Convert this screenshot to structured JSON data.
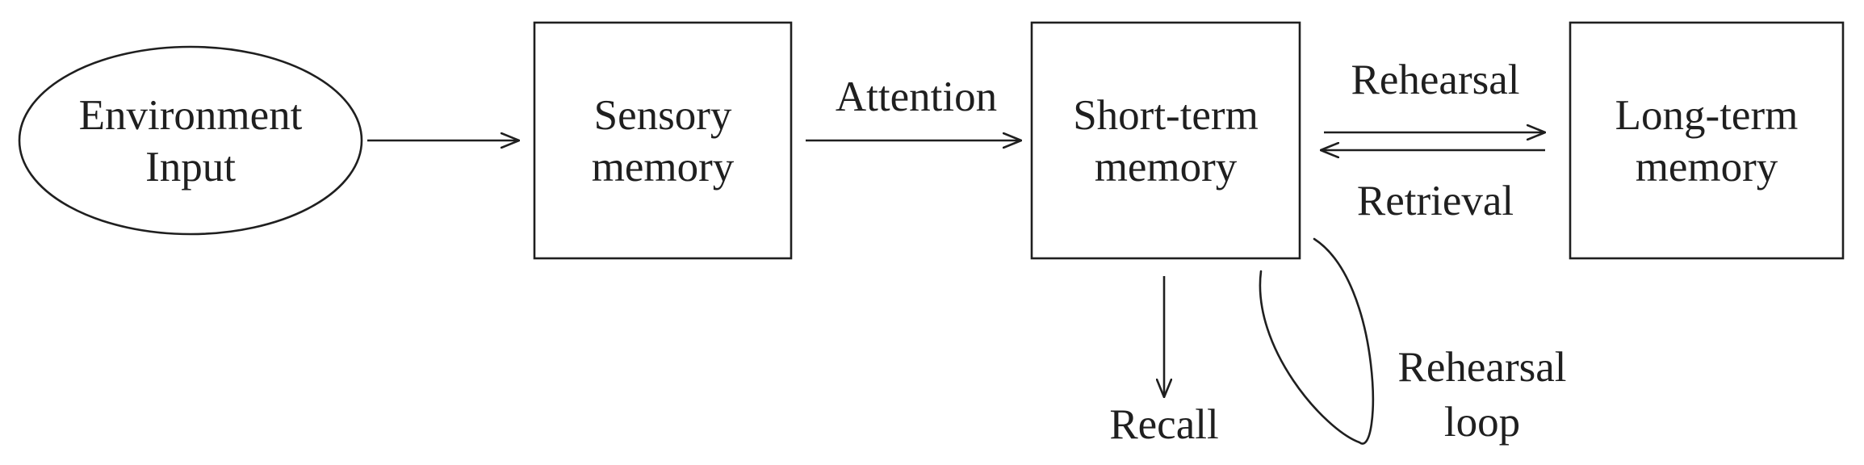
{
  "nodes": {
    "environment": {
      "line1": "Environment",
      "line2": "Input"
    },
    "sensory": {
      "line1": "Sensory",
      "line2": "memory"
    },
    "short_term": {
      "line1": "Short-term",
      "line2": "memory"
    },
    "long_term": {
      "line1": "Long-term",
      "line2": "memory"
    }
  },
  "edges": {
    "attention": "Attention",
    "rehearsal": "Rehearsal",
    "retrieval": "Retrieval",
    "recall": "Recall",
    "rehearsal_loop": {
      "line1": "Rehearsal",
      "line2": "loop"
    }
  },
  "colors": {
    "stroke": "#1f1f1f",
    "background": "#ffffff"
  }
}
